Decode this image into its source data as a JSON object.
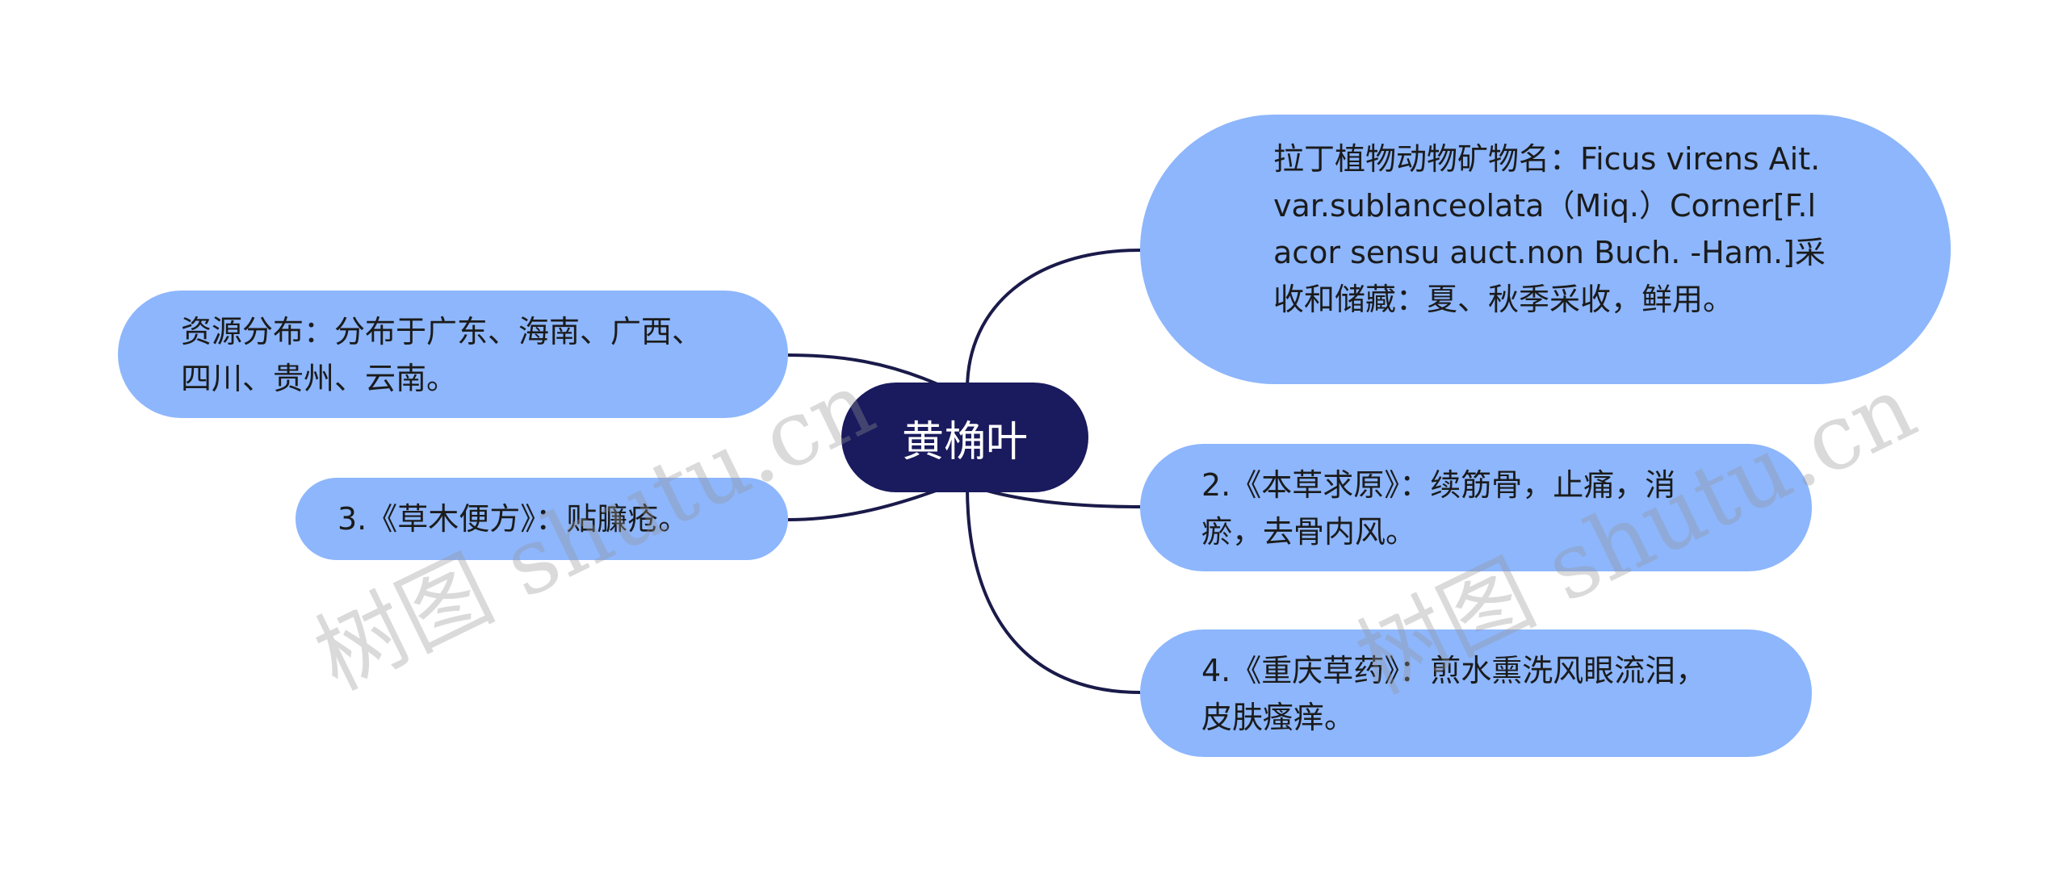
{
  "mindmap": {
    "root": {
      "label": "黄桷叶"
    },
    "branches": [
      {
        "id": "latin",
        "side": "right",
        "text": "拉丁植物动物矿物名：Ficus virens Ait.var.sublanceolata（Miq.）Corner[F.lacor sensu auct.non Buch. -Ham.]采收和储藏：夏、秋季采收，鲜用。"
      },
      {
        "id": "bencao",
        "side": "right",
        "text": "2.《本草求原》：续筋骨，止痛，消瘀，去骨内风。"
      },
      {
        "id": "chongqing",
        "side": "right",
        "text": "4.《重庆草药》：煎水熏洗风眼流泪，皮肤瘙痒。"
      },
      {
        "id": "resource",
        "side": "left",
        "text": "资源分布：分布于广东、海南、广西、四川、贵州、云南。"
      },
      {
        "id": "caomu",
        "side": "left",
        "text": "3.《草木便方》：贴臁疮。"
      }
    ]
  },
  "watermark": {
    "text": "树图 shutu.cn"
  },
  "colors": {
    "root_fill": "#1a1a5e",
    "root_text": "#ffffff",
    "node_fill": "#8db6fc",
    "node_text": "#1b1b1b",
    "connector": "#1a1a4a",
    "background": "#ffffff"
  }
}
